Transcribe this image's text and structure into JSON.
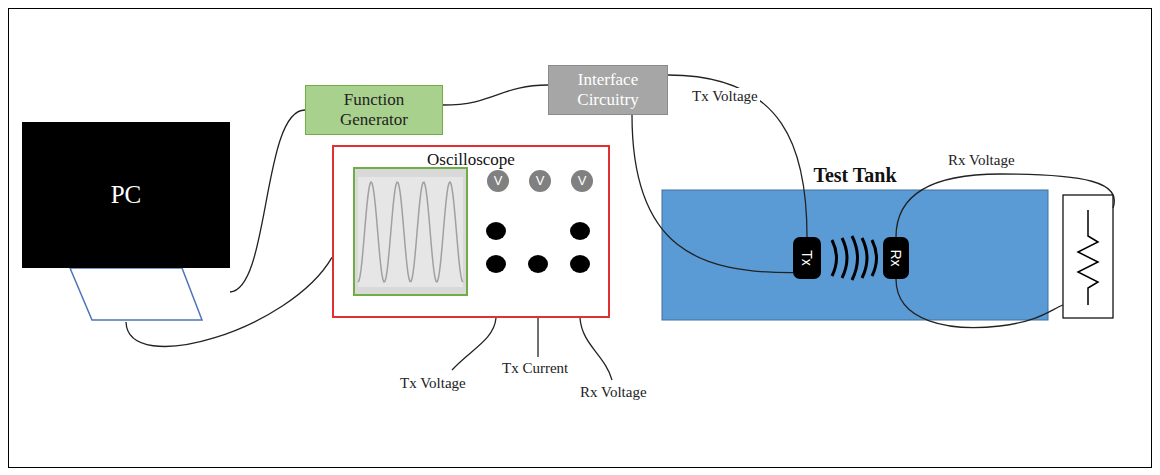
{
  "diagram": {
    "nodes": [
      {
        "text": [
          "PC"
        ]
      },
      {
        "text": [
          "Function Generator"
        ]
      },
      {
        "text": [
          "Interface Circuitry"
        ]
      },
      {
        "text": [
          "Oscilloscope"
        ]
      },
      {
        "text": [
          "V"
        ],
        "in": 3
      },
      {
        "text": [
          "V"
        ],
        "in": 3
      },
      {
        "text": [
          "V"
        ],
        "in": 3
      },
      {
        "text": [
          "Test Tank"
        ]
      },
      {
        "text": [
          "Tx"
        ],
        "in": 7
      },
      {
        "text": [
          "Rx"
        ],
        "in": 7
      }
    ],
    "edges": [
      {
        "from": 0,
        "to": 1,
        "arrow": "none"
      },
      {
        "from": 0,
        "to": 3,
        "arrow": "none"
      },
      {
        "from": 1,
        "to": 2,
        "arrow": "none"
      },
      {
        "from": 2,
        "to": 8,
        "label": "Tx Voltage",
        "arrow": "none"
      },
      {
        "from": 2,
        "to": 8,
        "arrow": "none"
      }
    ],
    "labels": [
      "Rx Voltage",
      "Tx Voltage",
      "Tx Current",
      "Rx Voltage"
    ]
  }
}
